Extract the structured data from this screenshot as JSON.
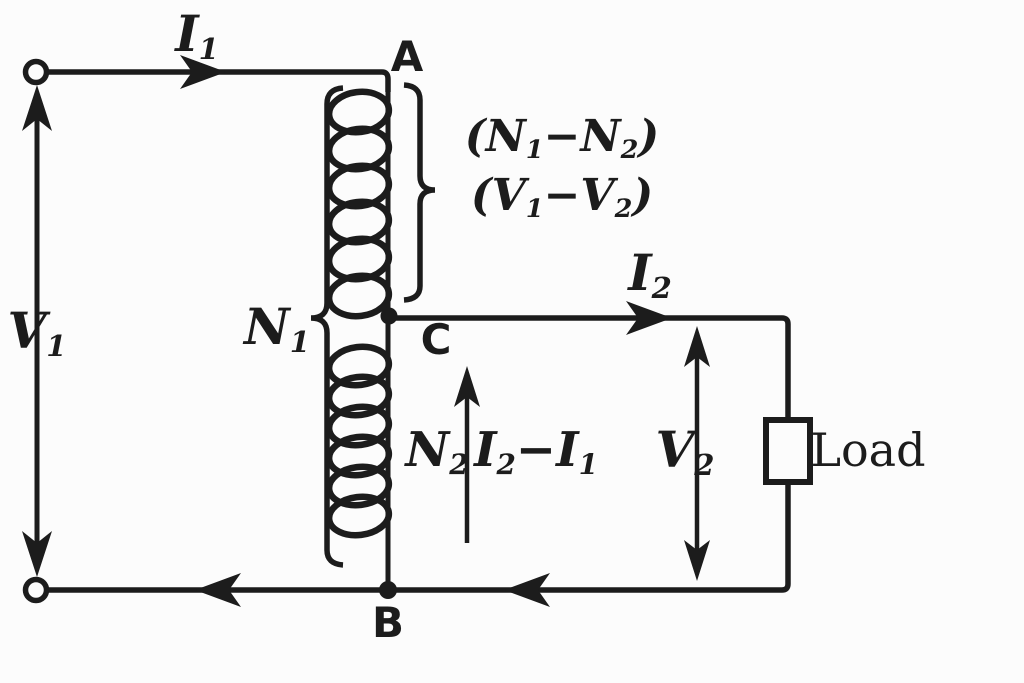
{
  "diagram": {
    "kind": "autotransformer-circuit"
  },
  "colors": {
    "ink": "#1c1c1c",
    "background": "#fcfcfc"
  },
  "labels": {
    "i1": {
      "base": "I",
      "sub": "1"
    },
    "v1": {
      "base": "V",
      "sub": "1"
    },
    "n1": {
      "base": "N",
      "sub": "1"
    },
    "i2": {
      "base": "I",
      "sub": "2"
    },
    "v2": {
      "base": "V",
      "sub": "2"
    },
    "n2": {
      "base": "N",
      "sub": "2"
    },
    "node_a": "A",
    "node_b": "B",
    "node_c": "C",
    "load": "Load",
    "turns_diff": {
      "p1": "(N",
      "s1": "1",
      "p2": "−N",
      "s2": "2",
      "p3": ")"
    },
    "volts_diff": {
      "p1": "(V",
      "s1": "1",
      "p2": "−V",
      "s2": "2",
      "p3": ")"
    },
    "current_diff": {
      "p1": "I",
      "s1": "2",
      "p2": "−I",
      "s2": "1"
    }
  }
}
